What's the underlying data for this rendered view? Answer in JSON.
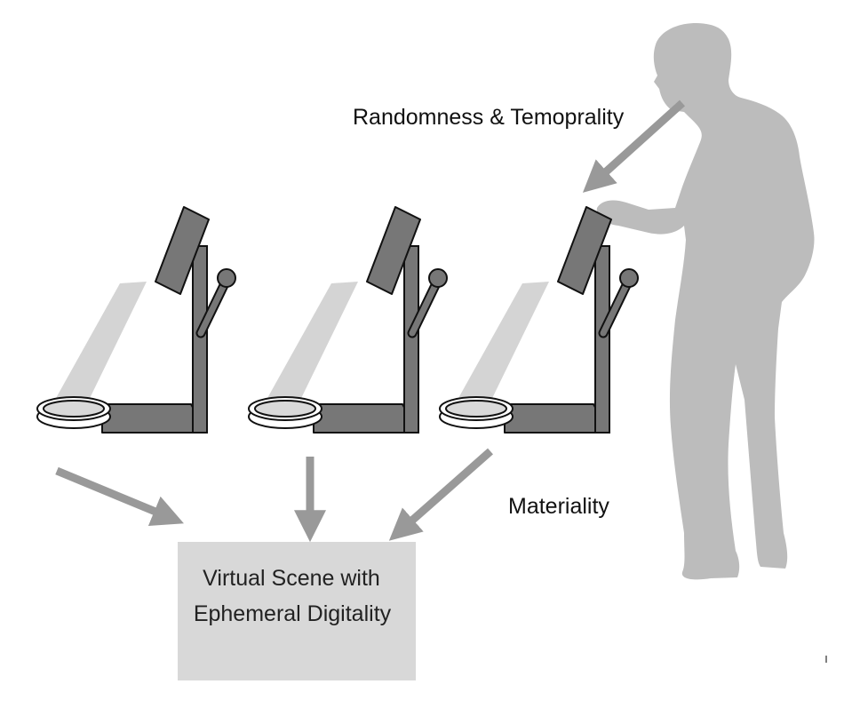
{
  "labels": {
    "randomness": "Randomness & Temoprality",
    "materiality": "Materiality",
    "scene_line1": "Virtual Scene with",
    "scene_line2": "Ephemeral Digitality"
  },
  "colors": {
    "device": "#777777",
    "outline": "#111111",
    "beam": "#d4d4d4",
    "arrow": "#999999",
    "person": "#bcbcbc",
    "box": "#d8d8d8",
    "dish_glass": "#d9d9d9"
  },
  "icons": [
    "projector-stand-icon",
    "person-silhouette-icon",
    "arrow-icon"
  ]
}
